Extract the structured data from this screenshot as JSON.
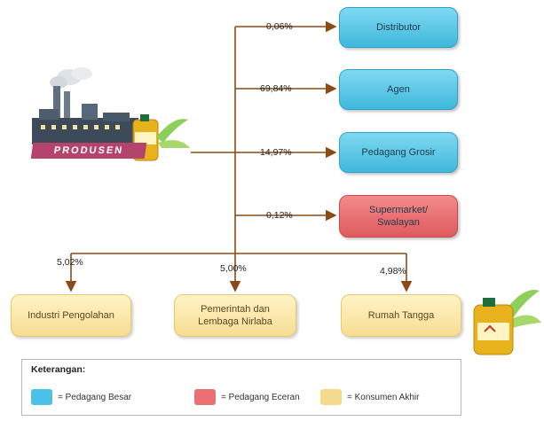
{
  "producer": {
    "label": "PRODUSEN"
  },
  "channels": [
    {
      "label": "Distributor",
      "percent": "0,06%",
      "category": "Pedagang Besar"
    },
    {
      "label": "Agen",
      "percent": "69,84%",
      "category": "Pedagang Besar"
    },
    {
      "label": "Pedagang Grosir",
      "percent": "14,97%",
      "category": "Pedagang Besar"
    },
    {
      "label": "Supermarket/ Swalayan",
      "percent": "0,12%",
      "category": "Pedagang Eceran"
    }
  ],
  "consumers": [
    {
      "label": "Industri Pengolahan",
      "percent": "5,02%"
    },
    {
      "label": "Pemerintah dan Lembaga Nirlaba",
      "percent": "5,00%"
    },
    {
      "label": "Rumah Tangga",
      "percent": "4,98%"
    }
  ],
  "legend": {
    "title": "Keterangan:",
    "items": [
      {
        "label": "= Pedagang Besar",
        "color": "#4cc3e6"
      },
      {
        "label": "= Pedagang Eceran",
        "color": "#ec6f73"
      },
      {
        "label": "= Konsumen Akhir",
        "color": "#f5d98c"
      }
    ]
  },
  "colors": {
    "connector": "#8b4a16",
    "oil": "#e8b21c"
  }
}
